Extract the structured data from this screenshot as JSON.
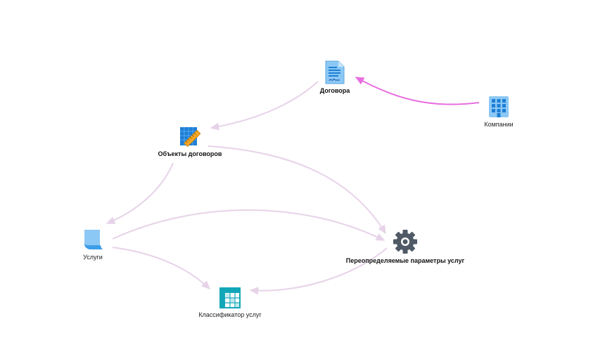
{
  "diagram": {
    "nodes": {
      "contracts": {
        "label": "Договора",
        "icon": "contract-document-icon",
        "bold": true
      },
      "companies": {
        "label": "Компании",
        "icon": "office-building-icon",
        "bold": false
      },
      "contract_objects": {
        "label": "Объекты договоров",
        "icon": "blueprint-ruler-icon",
        "bold": true
      },
      "services": {
        "label": "Услуги",
        "icon": "scroll-paper-icon",
        "bold": false
      },
      "overridden_params": {
        "label": "Переопределяемые параметры услуг",
        "icon": "gear-icon",
        "bold": true
      },
      "service_classifier": {
        "label": "Классификатор услуг",
        "icon": "table-grid-icon",
        "bold": false
      }
    },
    "edges": [
      {
        "from": "companies",
        "to": "contracts",
        "highlighted": true
      },
      {
        "from": "contracts",
        "to": "contract_objects",
        "highlighted": false
      },
      {
        "from": "contract_objects",
        "to": "services",
        "highlighted": false
      },
      {
        "from": "contract_objects",
        "to": "overridden_params",
        "highlighted": false
      },
      {
        "from": "services",
        "to": "overridden_params",
        "highlighted": false
      },
      {
        "from": "services",
        "to": "service_classifier",
        "highlighted": false
      },
      {
        "from": "overridden_params",
        "to": "service_classifier",
        "highlighted": false
      }
    ],
    "colors": {
      "edge": "#e6d3e8",
      "edge_highlight": "#e86ee0",
      "icon_blue": "#1e7fd6",
      "icon_light_blue": "#8cc8f5",
      "gear": "#4f5a66",
      "teal": "#12a7b8",
      "ruler": "#f2a623"
    }
  }
}
